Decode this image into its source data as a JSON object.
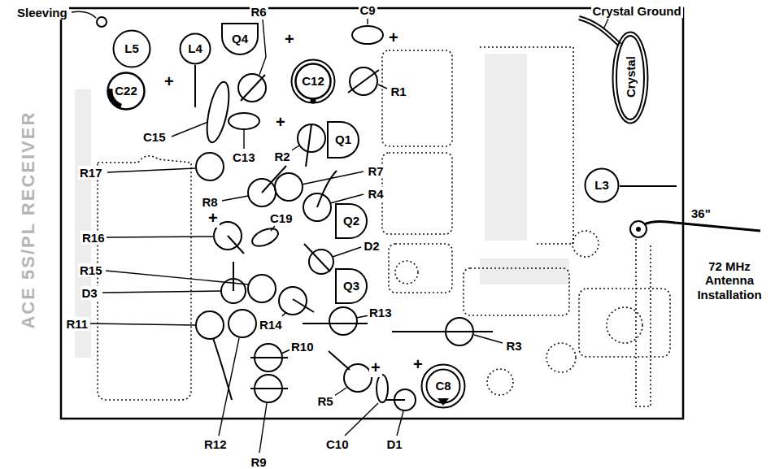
{
  "diagram": {
    "nodes": [
      {
        "text": [
          "L5"
        ]
      },
      {
        "text": [
          "L4"
        ]
      },
      {
        "text": [
          "Q4"
        ]
      },
      {
        "text": [
          "C12"
        ]
      },
      {
        "text": [
          "Crystal"
        ]
      },
      {
        "text": [
          "C22"
        ]
      },
      {
        "text": [
          "Q1"
        ]
      },
      {
        "text": [
          "L3"
        ]
      },
      {
        "text": [
          "Q2"
        ]
      },
      {
        "text": [
          "Q3"
        ]
      },
      {
        "text": [
          "C8"
        ]
      }
    ],
    "labels": [
      "Sleeving",
      "R6",
      "C9",
      "+",
      "+",
      "Crystal Ground",
      "+",
      "R1",
      "C15",
      "+",
      "C13",
      "R2",
      "R17",
      "R8",
      "R7",
      "R4",
      "36\"",
      "+",
      "R16",
      "C19",
      "D2",
      "72 MHz Antenna Installation",
      "R15",
      "D3",
      "R14",
      "R13",
      "R11",
      "R3",
      "R10",
      "R5",
      "+",
      "+",
      "R12",
      "C10",
      "D1",
      "R9",
      "ACE 5S/PL RECEIVER"
    ]
  }
}
